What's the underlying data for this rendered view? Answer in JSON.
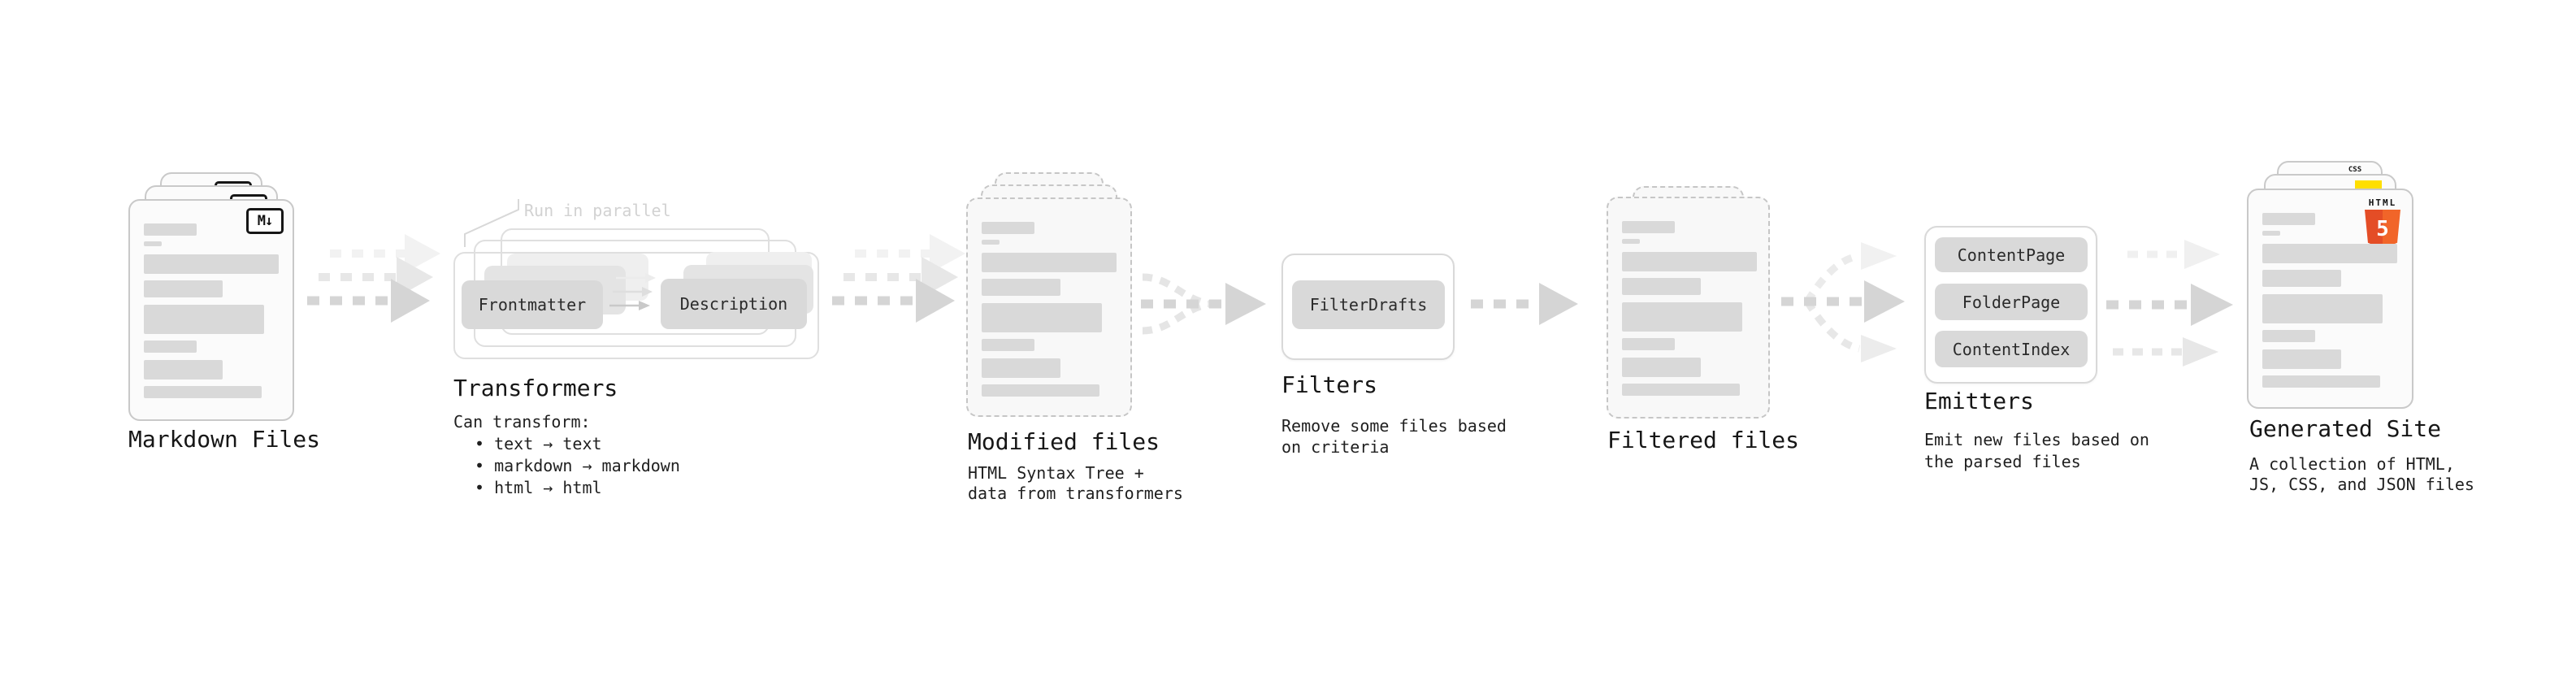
{
  "stages": {
    "markdown_files": {
      "label": "Markdown Files",
      "badge": "M↓"
    },
    "transformers": {
      "note": "Run in parallel",
      "node1": "Frontmatter",
      "node2": "Description",
      "label": "Transformers",
      "desc_title": "Can transform:",
      "bullets": [
        "• text → text",
        "• markdown → markdown",
        "• html → html"
      ]
    },
    "modified_files": {
      "label": "Modified files",
      "desc": [
        "HTML Syntax Tree +",
        "data from transformers"
      ]
    },
    "filters": {
      "node1": "FilterDrafts",
      "label": "Filters",
      "desc": [
        "Remove some files based",
        "on criteria"
      ]
    },
    "filtered_files": {
      "label": "Filtered files"
    },
    "emitters": {
      "nodes": [
        "ContentPage",
        "FolderPage",
        "ContentIndex"
      ],
      "label": "Emitters",
      "desc": [
        "Emit new files based on",
        "the parsed files"
      ]
    },
    "generated_site": {
      "label": "Generated Site",
      "desc": [
        "A collection of HTML,",
        "JS, CSS, and JSON files"
      ],
      "css_badge": "CSS",
      "html_badge_title": "HTML",
      "html_badge_number": "5"
    }
  },
  "colors": {
    "html5_orange": "#e44d26",
    "html5_orange_light": "#f16529",
    "css_blue": "#2962e9",
    "js_yellow": "#ffdf00",
    "skeleton_gray": "#d9d9d9",
    "arrow_gray": "#d5d5d5",
    "note_gray": "#d2d2d2",
    "text_dark": "#161616"
  }
}
